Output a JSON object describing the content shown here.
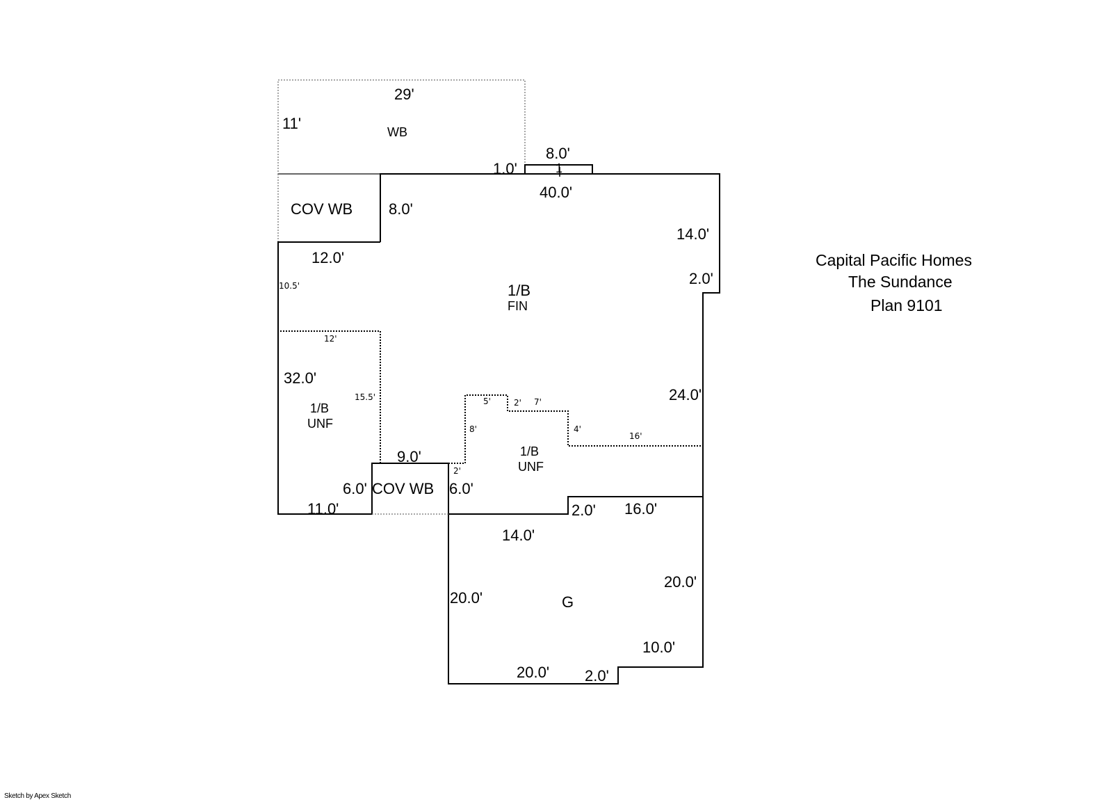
{
  "title_block": {
    "line1": "Capital Pacific Homes",
    "line2": "The Sundance",
    "line3": "Plan 9101"
  },
  "footer": "Sketch by Apex Sketch",
  "areas": {
    "wb": "WB",
    "cov_wb_top": "COV WB",
    "cov_wb_bottom": "COV WB",
    "fin": {
      "l1": "1/B",
      "l2": "FIN"
    },
    "unf_left": {
      "l1": "1/B",
      "l2": "UNF"
    },
    "unf_center": {
      "l1": "1/B",
      "l2": "UNF"
    },
    "garage": "G"
  },
  "dimensions": {
    "wb_top": "29'",
    "wb_side": "11'",
    "bump_width": "8.0'",
    "bump_depth": "1",
    "bump_offset": "1.0'",
    "main_top": "40.0'",
    "cov_top_side": "8.0'",
    "right_upper": "14.0'",
    "right_jog": "2.0'",
    "cov_top_bottom": "12.0'",
    "left_small": "10.5'",
    "unf_top": "12'",
    "left_side": "32.0'",
    "unf_side": "15.5'",
    "right_lower": "24.0'",
    "step_5": "5'",
    "step_2": "2'",
    "step_7": "7'",
    "step_8": "8'",
    "step_4": "4'",
    "step_16": "16'",
    "step_2b": "2'",
    "cov_bottom_top": "9.0'",
    "cov_bottom_left": "6.0'",
    "cov_bottom_right": "6.0'",
    "bottom_left": "11.0'",
    "garage_jog_top": "2.0'",
    "garage_top": "16.0'",
    "garage_inner_top": "14.0'",
    "garage_left": "20.0'",
    "garage_right": "20.0'",
    "garage_jog_right": "10.0'",
    "garage_bottom": "20.0'",
    "garage_jog_bottom": "2.0'"
  }
}
